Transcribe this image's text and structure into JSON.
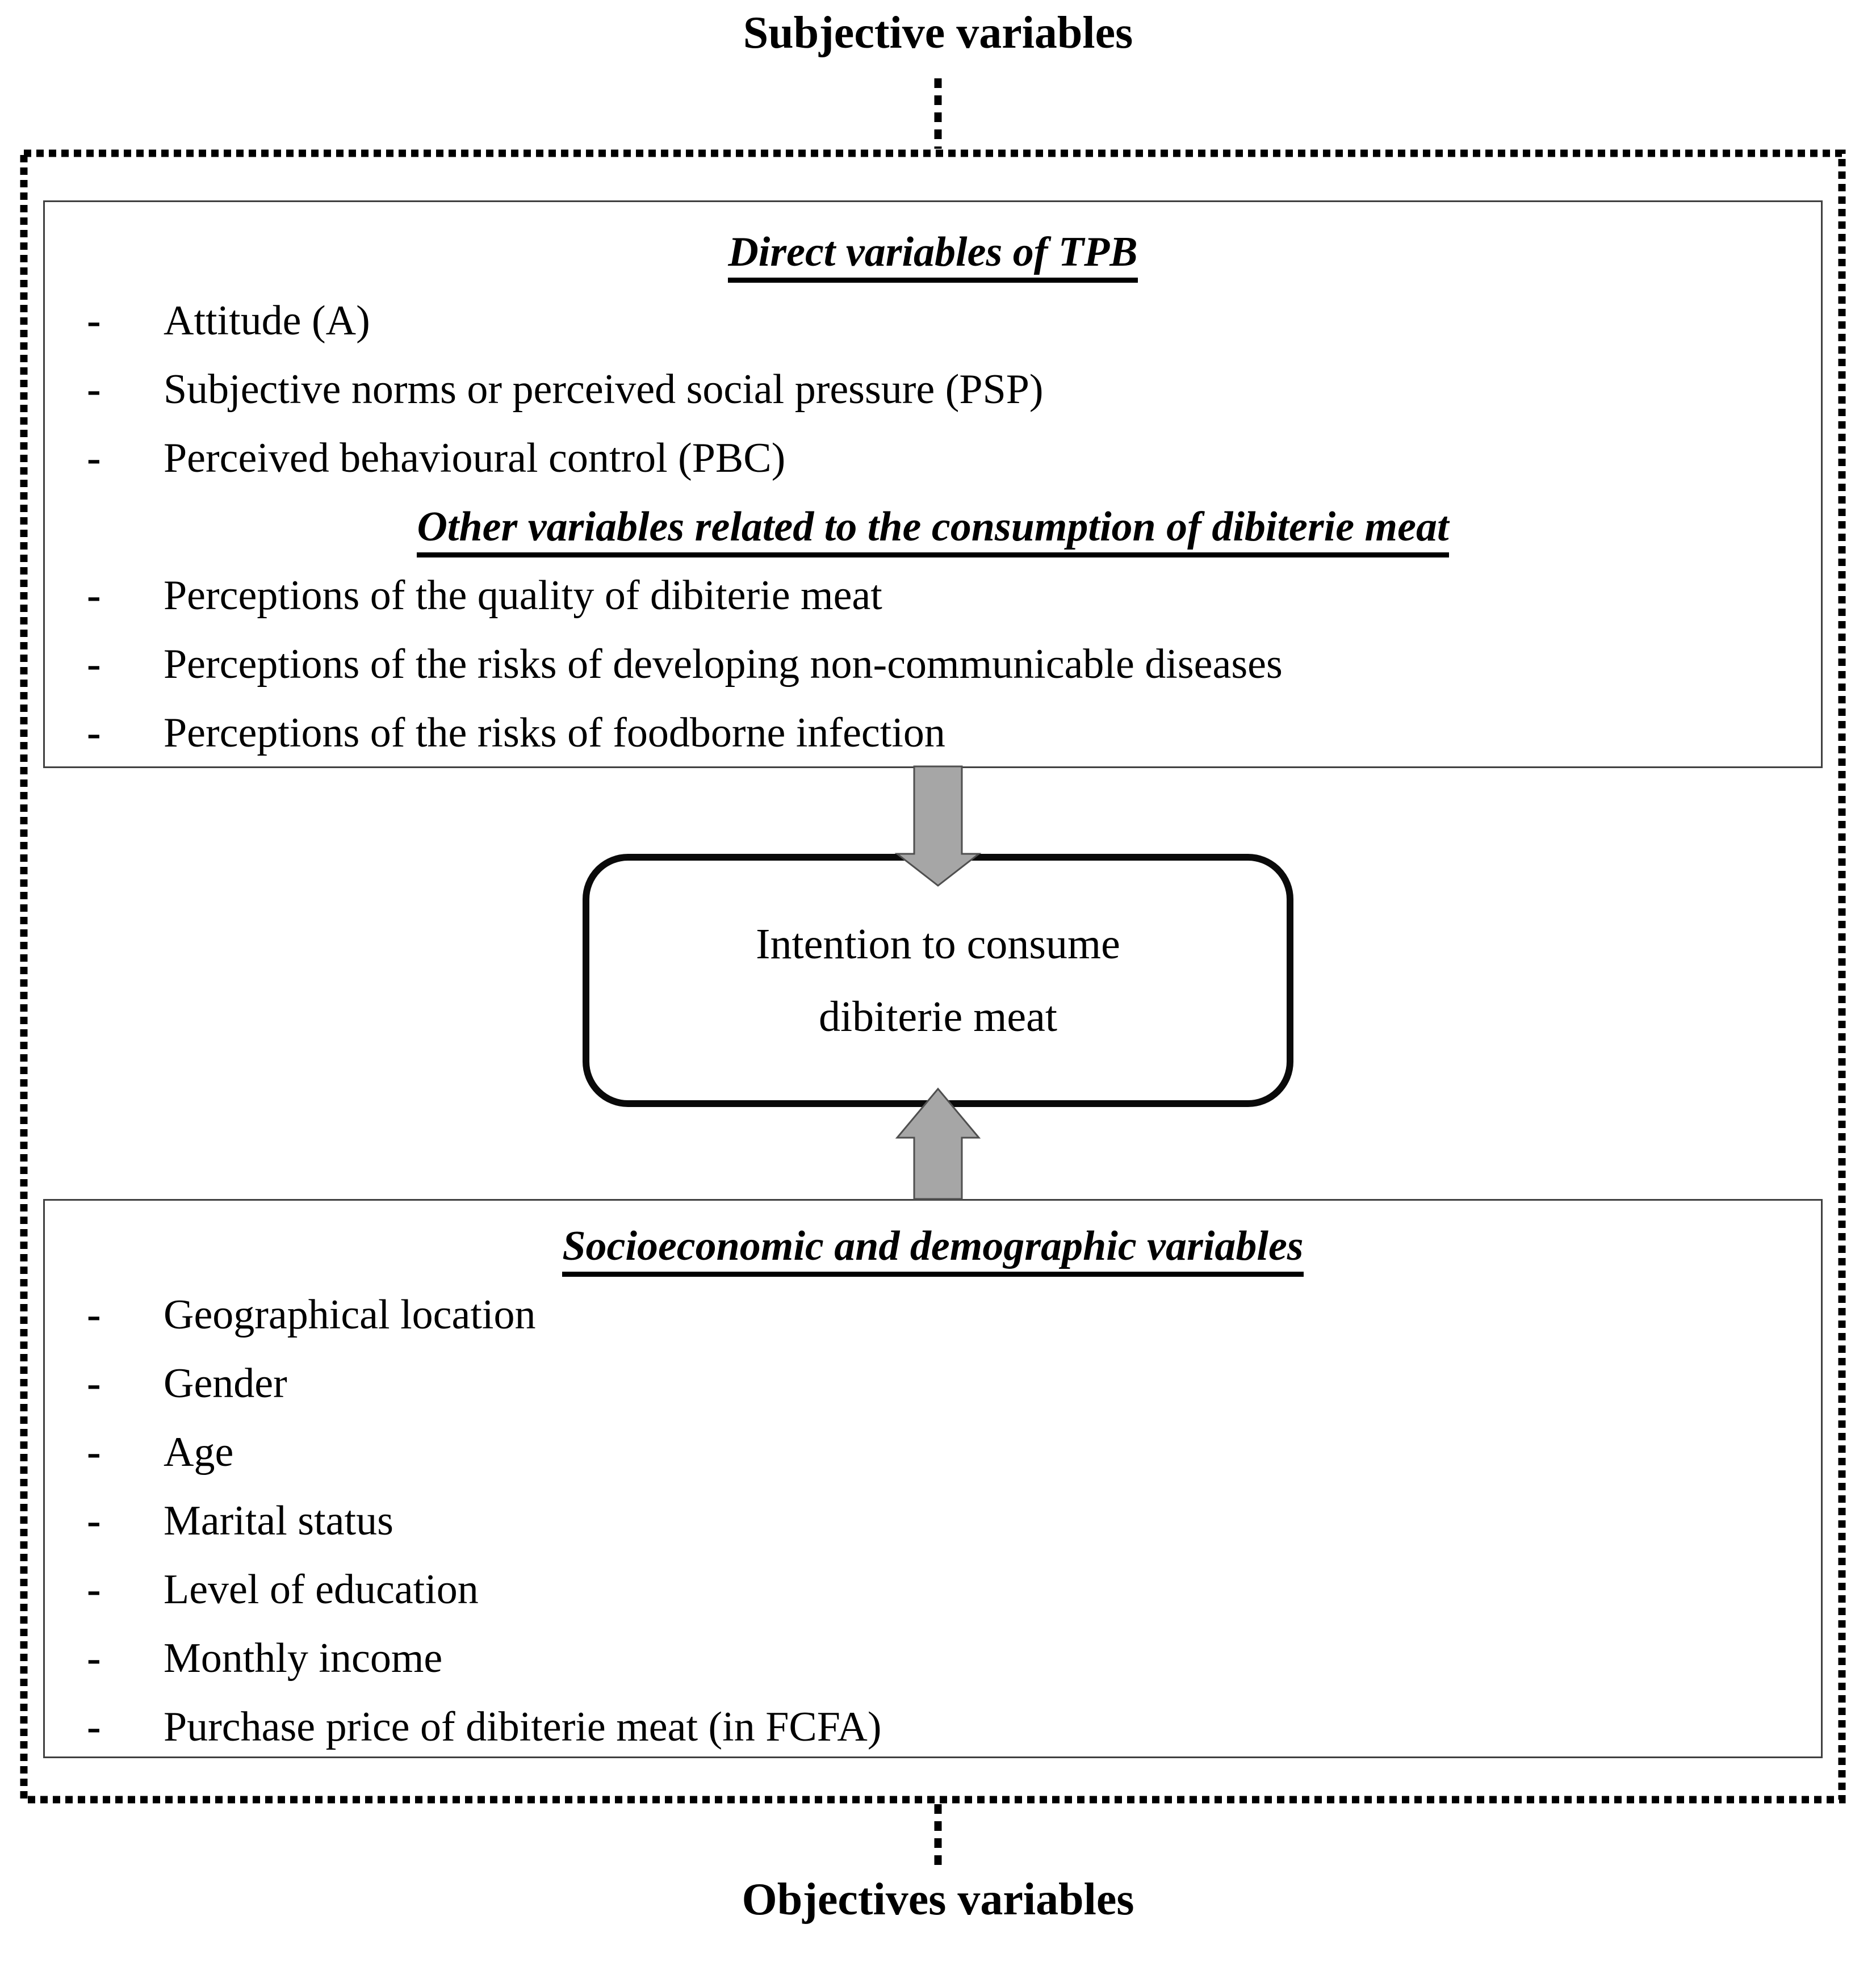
{
  "page": {
    "top_label": "Subjective variables",
    "bottom_label": "Objectives variables",
    "bullet": "-",
    "top_box": {
      "heading_direct": "Direct variables of TPB",
      "direct_items": [
        "Attitude (A)",
        "Subjective norms or perceived social pressure (PSP)",
        "Perceived behavioural control (PBC)"
      ],
      "heading_other": "Other variables related to the consumption of dibiterie meat",
      "other_items": [
        "Perceptions of the quality of dibiterie meat",
        "Perceptions of the risks of developing non-communicable diseases",
        "Perceptions of the risks of foodborne infection"
      ]
    },
    "intention_box": {
      "line1": "Intention to consume",
      "line2": "dibiterie meat"
    },
    "bottom_box": {
      "heading": "Socioeconomic and demographic variables",
      "items": [
        "Geographical location",
        "Gender",
        "Age",
        "Marital status",
        "Level of education",
        "Monthly income",
        "Purchase price of dibiterie meat (in FCFA)"
      ]
    },
    "colors": {
      "arrow_fill": "#a6a6a6",
      "arrow_outline": "#4f4f4f",
      "list_box_border": "#404040",
      "intention_box_border": "#0a0a0a",
      "dotted_border": "#000000",
      "text": "#000000"
    }
  }
}
